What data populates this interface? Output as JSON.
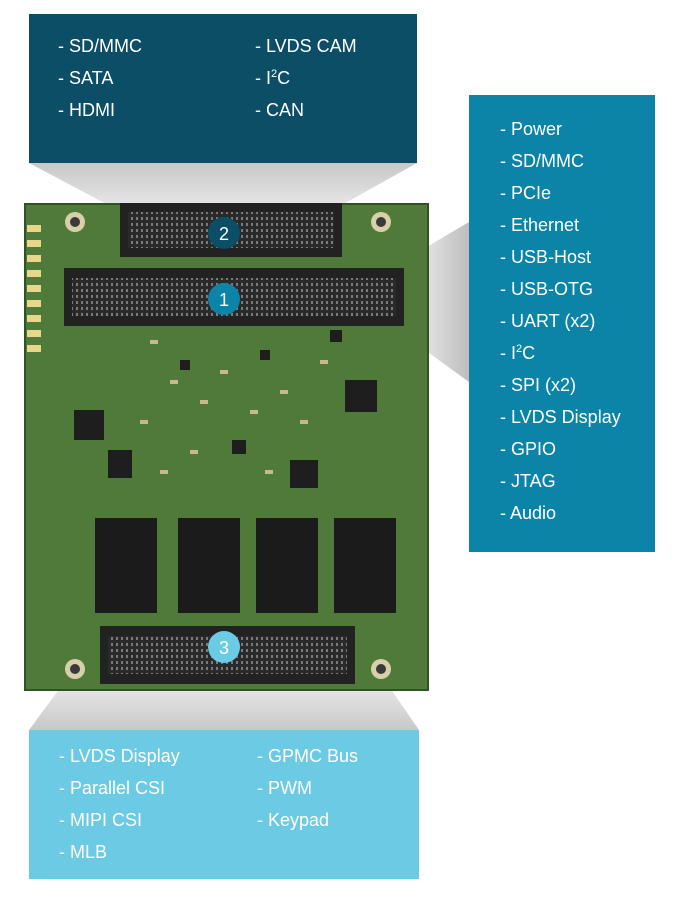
{
  "top_panel": {
    "col1": [
      "- SD/MMC",
      "- SATA",
      "- HDMI"
    ],
    "col2": [
      "- LVDS CAM",
      "- I",
      "- CAN"
    ],
    "i2c_sup": "2",
    "i2c_suffix": "C"
  },
  "right_panel": {
    "items_a": [
      "- Power",
      "- SD/MMC",
      "- PCIe",
      "- Ethernet",
      "- USB-Host",
      "- USB-OTG",
      "- UART (x2)"
    ],
    "i2c_prefix": "- I",
    "i2c_sup": "2",
    "i2c_suffix": "C",
    "items_b": [
      "- SPI (x2)",
      "- LVDS Display",
      "- GPIO",
      "- JTAG",
      "- Audio"
    ]
  },
  "bottom_panel": {
    "col1": [
      "- LVDS Display",
      "- Parallel CSI",
      "- MIPI CSI",
      "- MLB"
    ],
    "col2": [
      "- GPMC Bus",
      "- PWM",
      "- Keypad"
    ]
  },
  "badges": [
    "1",
    "2",
    "3"
  ],
  "colors": {
    "top_panel": "#0b4e66",
    "right_panel": "#0b84a8",
    "bottom_panel": "#6ccbe4",
    "pcb": "#4f7a3a",
    "badge_top": "#0b4e66",
    "badge_right": "#0b84a8",
    "badge_bottom": "#6ccbe4"
  }
}
